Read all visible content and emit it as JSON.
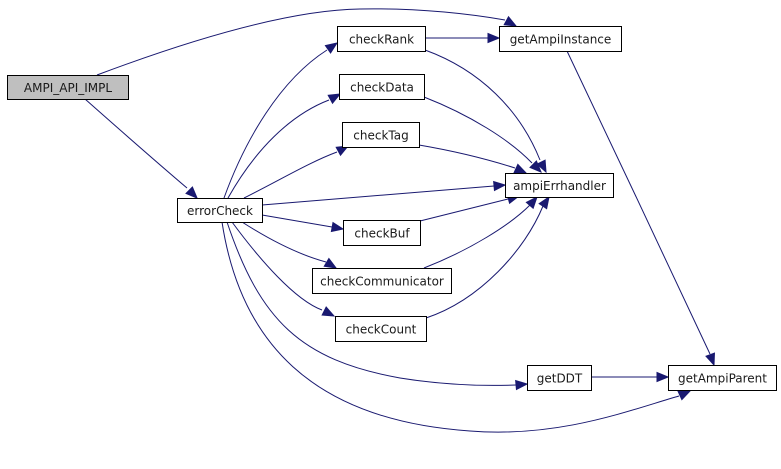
{
  "graph": {
    "edge_color": "#191970",
    "root_fill": "#bfbfbf",
    "node_fill": "#ffffff",
    "nodes": [
      {
        "id": "AMPI_API_IMPL",
        "label": "AMPI_API_IMPL",
        "root": true
      },
      {
        "id": "errorCheck",
        "label": "errorCheck"
      },
      {
        "id": "checkRank",
        "label": "checkRank"
      },
      {
        "id": "checkData",
        "label": "checkData"
      },
      {
        "id": "checkTag",
        "label": "checkTag"
      },
      {
        "id": "checkBuf",
        "label": "checkBuf"
      },
      {
        "id": "checkCommunicator",
        "label": "checkCommunicator"
      },
      {
        "id": "checkCount",
        "label": "checkCount"
      },
      {
        "id": "getAmpiInstance",
        "label": "getAmpiInstance"
      },
      {
        "id": "ampiErrhandler",
        "label": "ampiErrhandler"
      },
      {
        "id": "getDDT",
        "label": "getDDT"
      },
      {
        "id": "getAmpiParent",
        "label": "getAmpiParent"
      }
    ],
    "edges": [
      {
        "from": "AMPI_API_IMPL",
        "to": "getAmpiInstance"
      },
      {
        "from": "AMPI_API_IMPL",
        "to": "errorCheck"
      },
      {
        "from": "errorCheck",
        "to": "checkRank"
      },
      {
        "from": "errorCheck",
        "to": "checkData"
      },
      {
        "from": "errorCheck",
        "to": "checkTag"
      },
      {
        "from": "errorCheck",
        "to": "ampiErrhandler"
      },
      {
        "from": "errorCheck",
        "to": "checkBuf"
      },
      {
        "from": "errorCheck",
        "to": "checkCommunicator"
      },
      {
        "from": "errorCheck",
        "to": "checkCount"
      },
      {
        "from": "errorCheck",
        "to": "getDDT"
      },
      {
        "from": "errorCheck",
        "to": "getAmpiParent"
      },
      {
        "from": "checkRank",
        "to": "getAmpiInstance"
      },
      {
        "from": "checkRank",
        "to": "ampiErrhandler"
      },
      {
        "from": "checkData",
        "to": "ampiErrhandler"
      },
      {
        "from": "checkTag",
        "to": "ampiErrhandler"
      },
      {
        "from": "checkBuf",
        "to": "ampiErrhandler"
      },
      {
        "from": "checkCommunicator",
        "to": "ampiErrhandler"
      },
      {
        "from": "checkCount",
        "to": "ampiErrhandler"
      },
      {
        "from": "getAmpiInstance",
        "to": "getAmpiParent"
      },
      {
        "from": "getDDT",
        "to": "getAmpiParent"
      }
    ]
  }
}
